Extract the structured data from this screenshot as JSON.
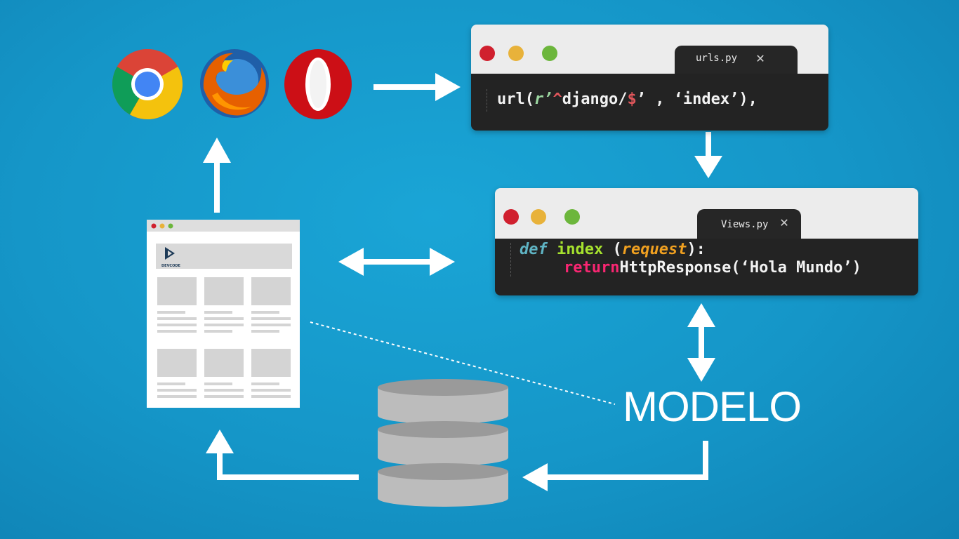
{
  "browsers": [
    "chrome-icon",
    "firefox-icon",
    "opera-icon"
  ],
  "urls_editor": {
    "tab_name": "urls.py",
    "tab_close": "✕",
    "code": {
      "fn": "url(",
      "regex_r": "r’",
      "regex_caret": "^",
      "regex_body": "django/",
      "regex_dollar": "$",
      "rest": "’ , ‘index’),"
    }
  },
  "views_editor": {
    "tab_name": "Views.py",
    "tab_close": "✕",
    "line1": {
      "def": "def",
      "name": " index ",
      "open": "(",
      "param": "request",
      "close": "):"
    },
    "line2": {
      "return": "return",
      "call": "HttpResponse(‘Hola Mundo’)"
    }
  },
  "webpage_logo_text": "DEVCODE",
  "modelo_label": "MODELO",
  "colors": {
    "background": "#1596c8",
    "arrow": "#ffffff",
    "dot_red": "#d0202e",
    "dot_yellow": "#e8b23a",
    "dot_green": "#6cb63c",
    "editor_bg": "#232323",
    "titlebar_bg": "#ececec",
    "db_gray": "#b4b4b4"
  }
}
